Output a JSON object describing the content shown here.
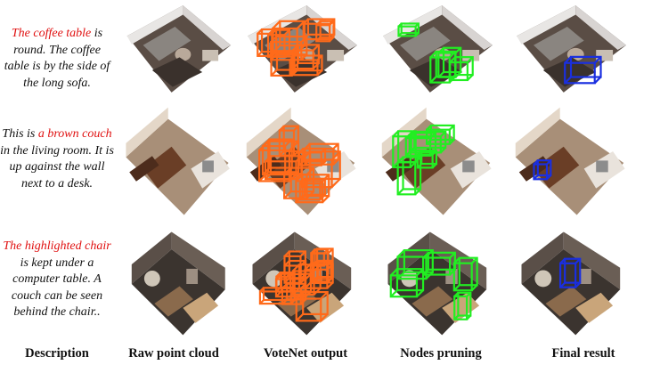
{
  "rows": [
    {
      "parts": [
        {
          "text": "The coffee table",
          "highlight": true
        },
        {
          "text": " is round. The coffee table is by the side of the long sofa.",
          "highlight": false
        }
      ],
      "scene_style": "living",
      "votenet_box_count": 9,
      "pruned_box_count": 4,
      "final_box_count": 1
    },
    {
      "parts": [
        {
          "text": "This is ",
          "highlight": false
        },
        {
          "text": "a brown couch",
          "highlight": true
        },
        {
          "text": " in the living room.  It is up against the wall next to a desk.",
          "highlight": false
        }
      ],
      "scene_style": "bedroom",
      "votenet_box_count": 10,
      "pruned_box_count": 6,
      "final_box_count": 1
    },
    {
      "parts": [
        {
          "text": "The highlighted chair",
          "highlight": true
        },
        {
          "text": " is kept under a computer table. A couch can be seen behind the chair..",
          "highlight": false
        }
      ],
      "scene_style": "office",
      "votenet_box_count": 12,
      "pruned_box_count": 5,
      "final_box_count": 1
    }
  ],
  "columns": [
    "Description",
    "Raw point cloud",
    "VoteNet output",
    "Nodes pruning",
    "Final result"
  ],
  "colors": {
    "highlight_text": "#e01010",
    "votenet_box": "#ff6a1a",
    "pruned_box": "#22ee22",
    "final_box": "#1a2fe0"
  }
}
